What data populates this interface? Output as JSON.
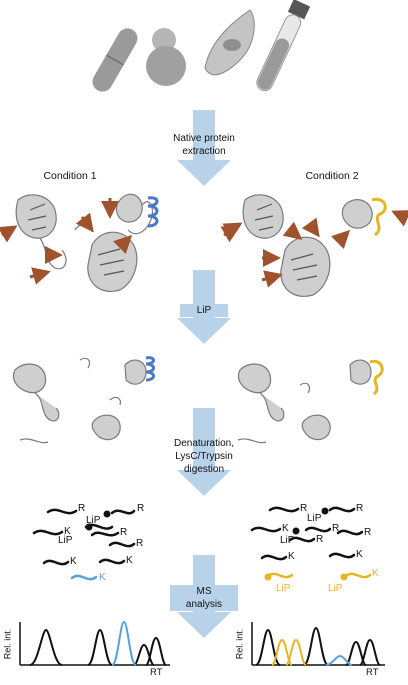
{
  "steps": {
    "extraction": [
      "Native protein",
      "extraction"
    ],
    "lip": "LiP",
    "digestion": [
      "Denaturation,",
      "LysC/Trypsin",
      "digestion"
    ],
    "ms": [
      "MS",
      "analysis"
    ]
  },
  "conditions": {
    "left": "Condition 1",
    "right": "Condition 2"
  },
  "peptide_labels": {
    "R": "R",
    "K": "K",
    "lip": "LiP"
  },
  "axes": {
    "ylabel": "Rel. int.",
    "xlabel": "RT"
  },
  "colors": {
    "arrow": "#b8d2ea",
    "cut_arrow": "#a0522d",
    "helix_cond1": "#4a78c4",
    "loop_cond2": "#e6b524",
    "peptide_blue": "#5aa0d8",
    "peptide_yellow": "#e6b524",
    "protein": "#8a8a8a",
    "black": "#111111"
  },
  "icons": [
    "bacterium-icon",
    "yeast-icon",
    "cell-icon",
    "blood-tube-icon"
  ]
}
